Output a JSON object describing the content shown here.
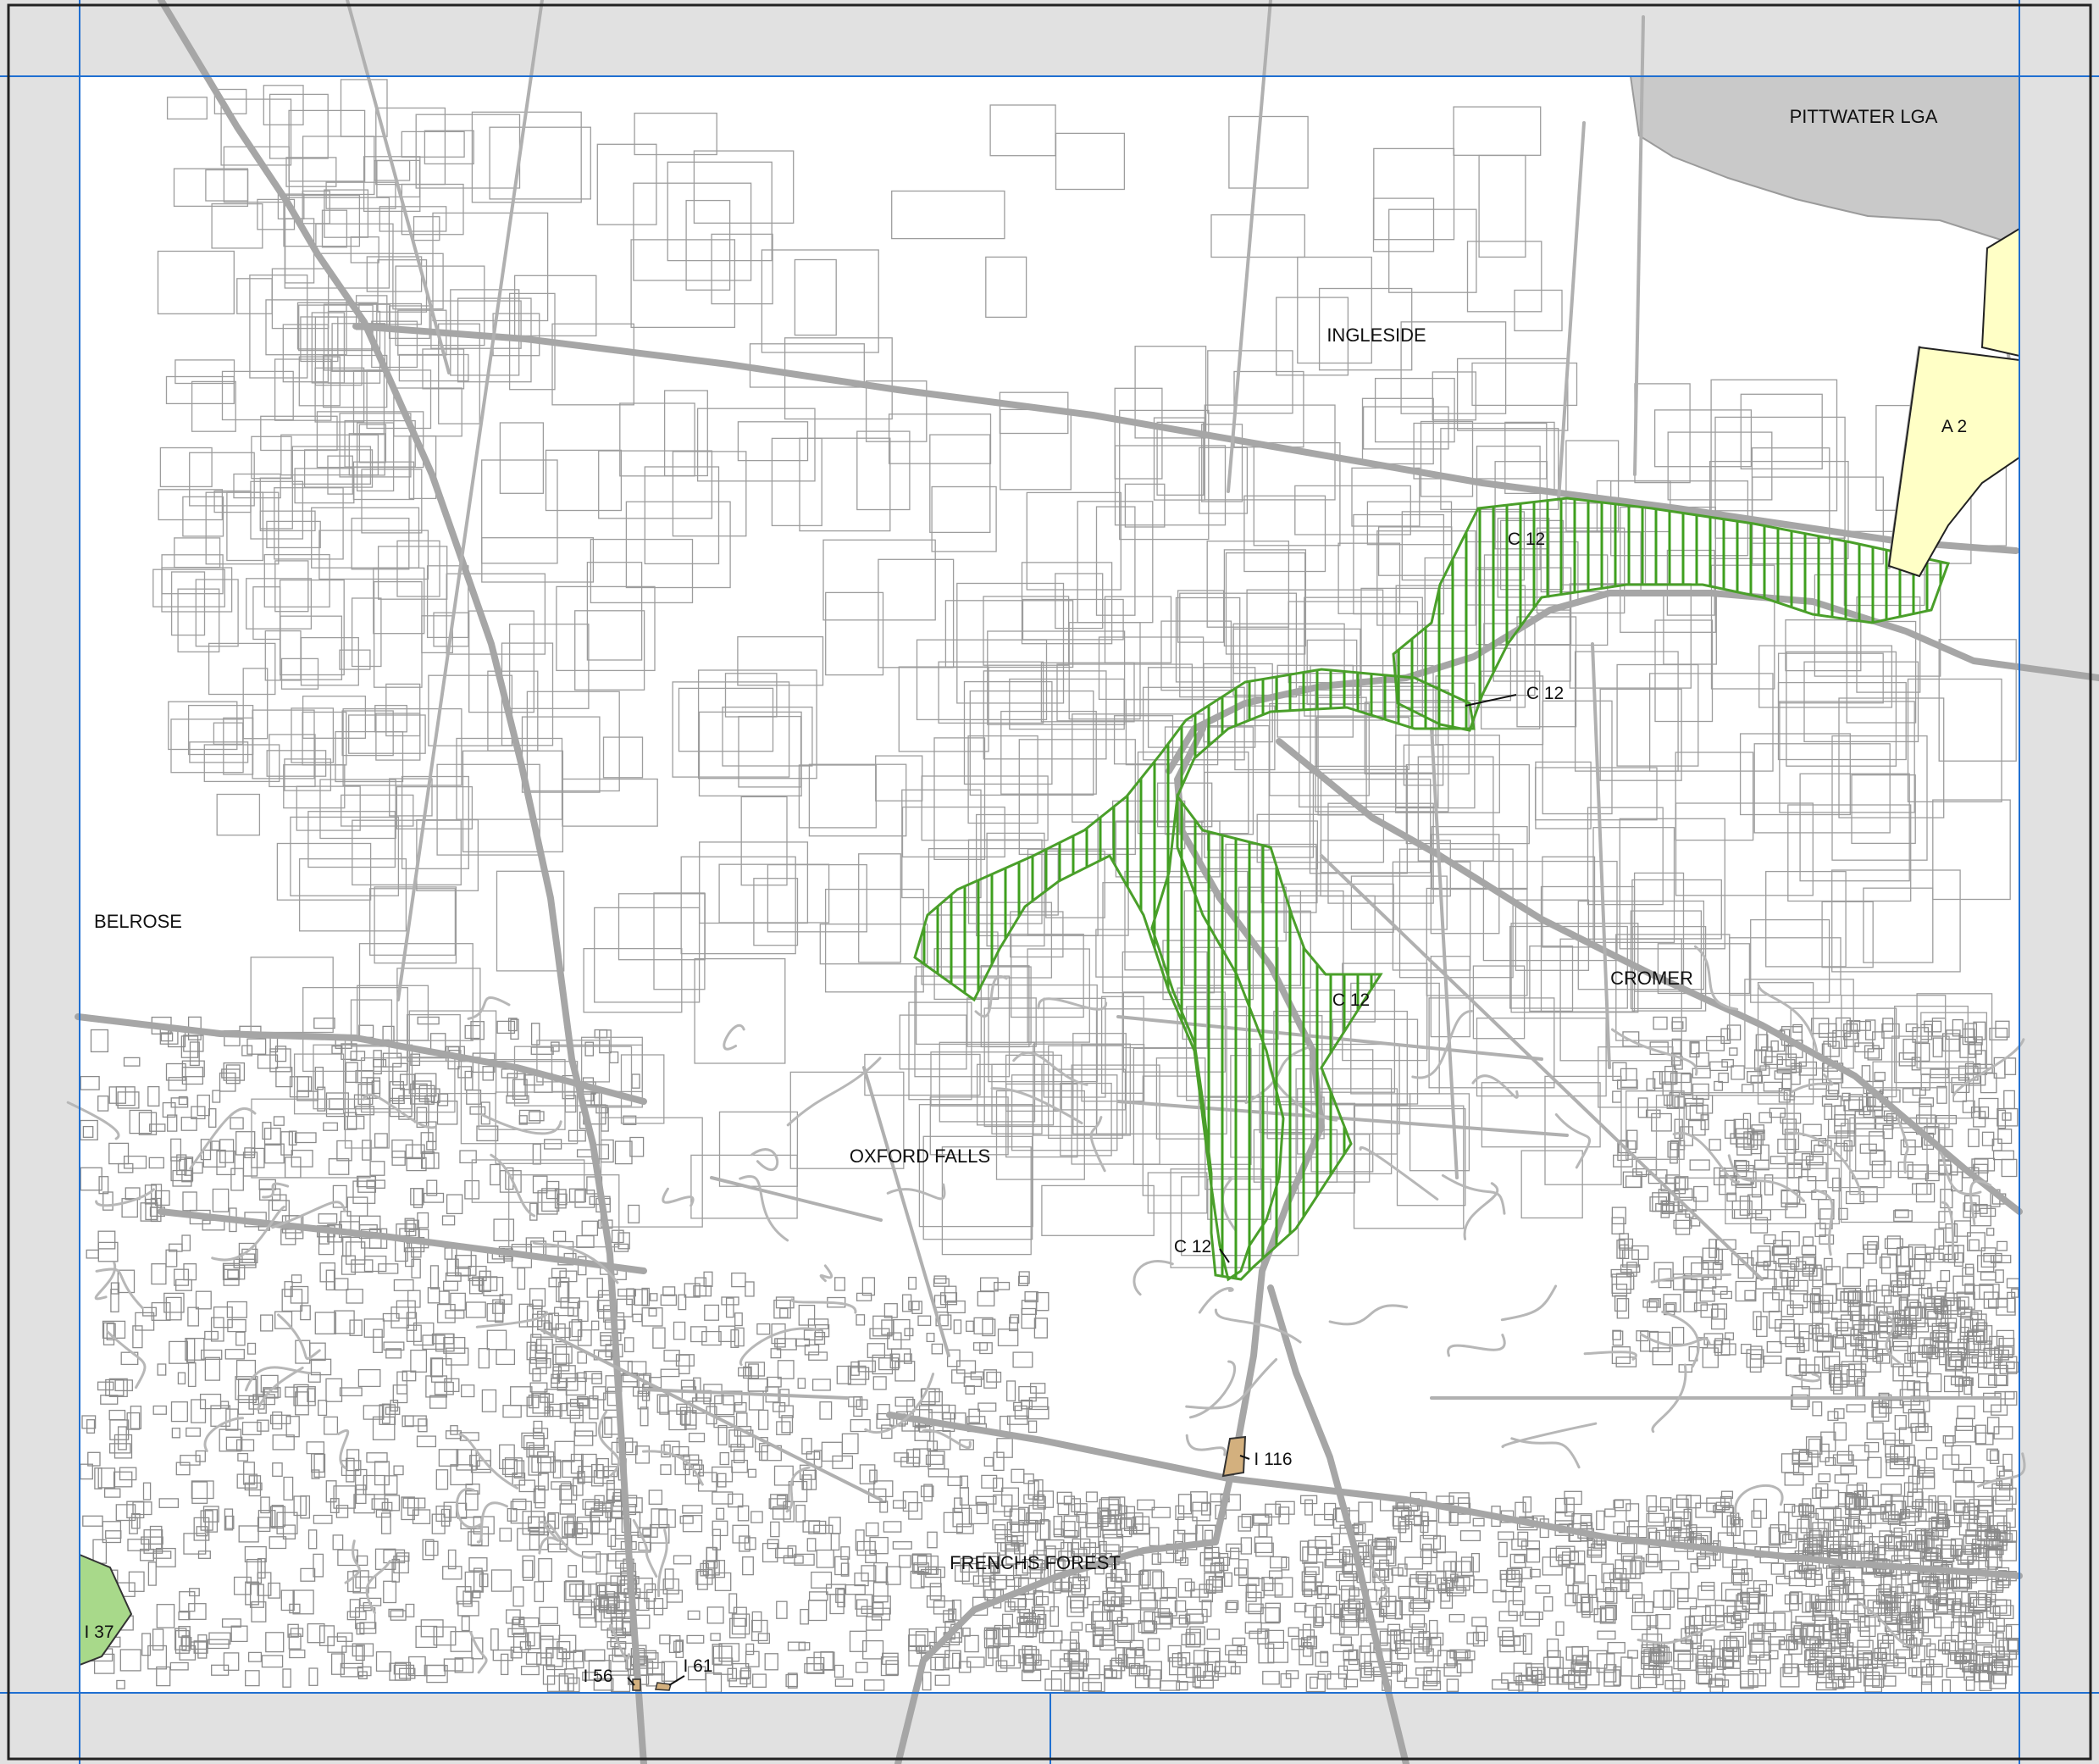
{
  "map": {
    "place_labels": {
      "pittwater_lga": "PITTWATER LGA",
      "ingleside": "INGLESIDE",
      "belrose": "BELROSE",
      "cromer": "CROMER",
      "oxford_falls": "OXFORD FALLS",
      "frenchs_forest": "FRENCHS FOREST"
    },
    "zone_labels": {
      "a2": "A 2",
      "c12_north": "C 12",
      "c12_mid": "C 12",
      "c12_central": "C 12",
      "c12_south": "C 12",
      "i116": "I 116",
      "i37": "I 37",
      "i56": "I 56",
      "i61": "I 61"
    },
    "colors": {
      "outside_area": "#e1e1e1",
      "lga_grey": "#c9c9c9",
      "grid_line": "#1f6fd1",
      "frame": "#222222",
      "parcel_line": "#8a8a8a",
      "road_line": "#a6a6a6",
      "hatch_green": "#3f9f1f",
      "conservation_fill": "#a8d98a",
      "aboriginal_fill": "#ffffc6",
      "heritage_item_fill": "#d3b07e"
    }
  }
}
